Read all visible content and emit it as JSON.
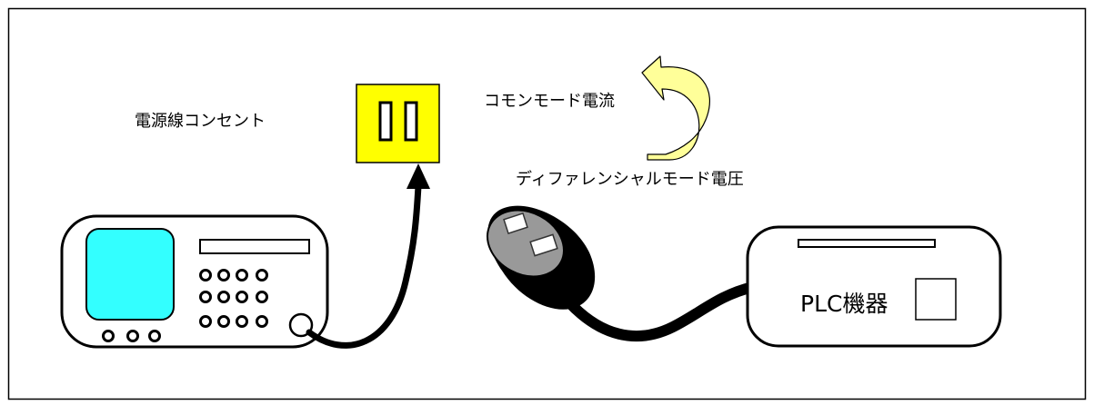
{
  "labels": {
    "outlet": "電源線コンセント",
    "common_mode": "コモンモード電流",
    "differential_mode": "ディファレンシャルモード電圧",
    "plc_device": "PLC機器"
  },
  "colors": {
    "frame": "#000000",
    "screen": "#33ffff",
    "outlet_face": "#ffff00",
    "arrow_fill": "#ffff99",
    "plug_body": "#000000",
    "plug_face": "#999999",
    "background": "#ffffff"
  }
}
